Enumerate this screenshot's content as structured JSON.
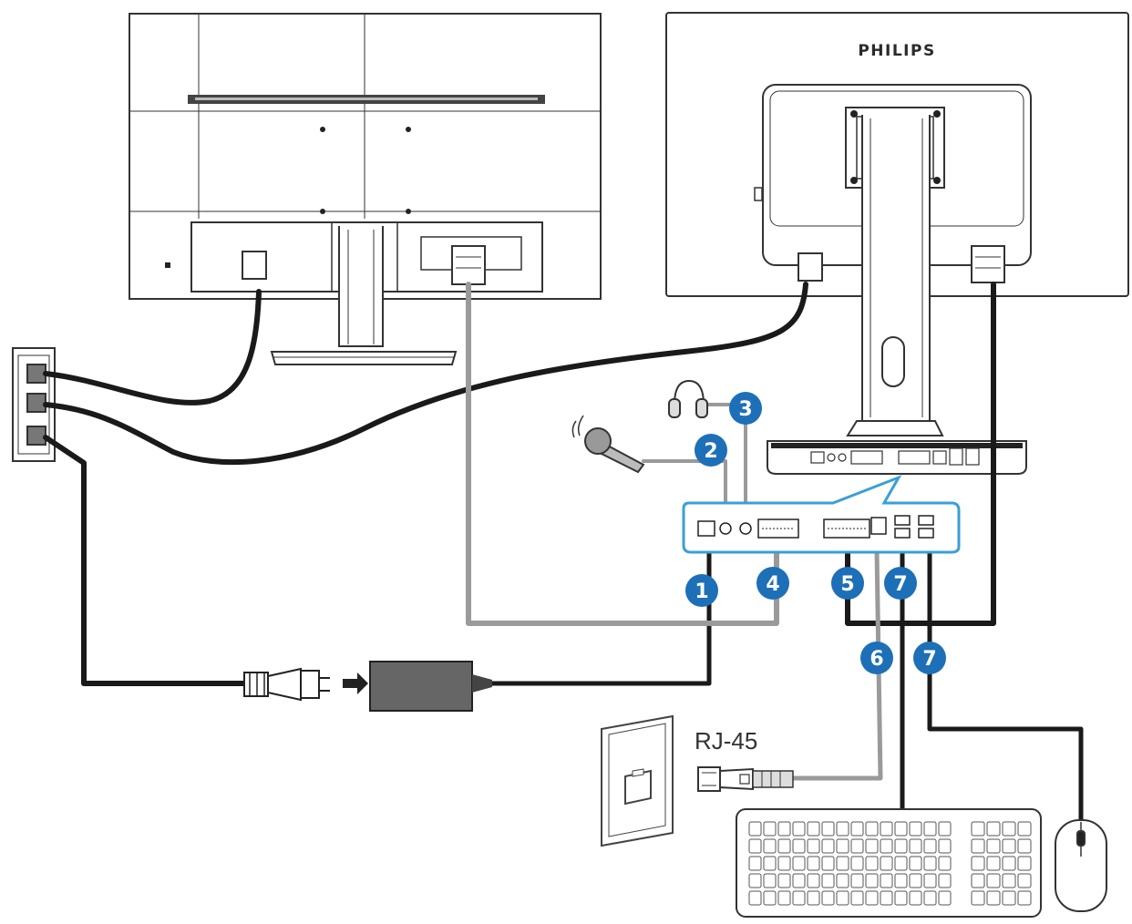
{
  "brand_label": "PHILIPS",
  "rj45_label": "RJ-45",
  "callouts": [
    {
      "number": "1"
    },
    {
      "number": "2"
    },
    {
      "number": "3"
    },
    {
      "number": "4"
    },
    {
      "number": "5"
    },
    {
      "number": "6"
    },
    {
      "number": "7"
    },
    {
      "number": "7"
    }
  ],
  "colors": {
    "badge": "#1d6fb8",
    "port_panel_outline": "#3a9fd8",
    "cable_dark": "#1a1a1a",
    "cable_grey": "#9a9a9a"
  }
}
